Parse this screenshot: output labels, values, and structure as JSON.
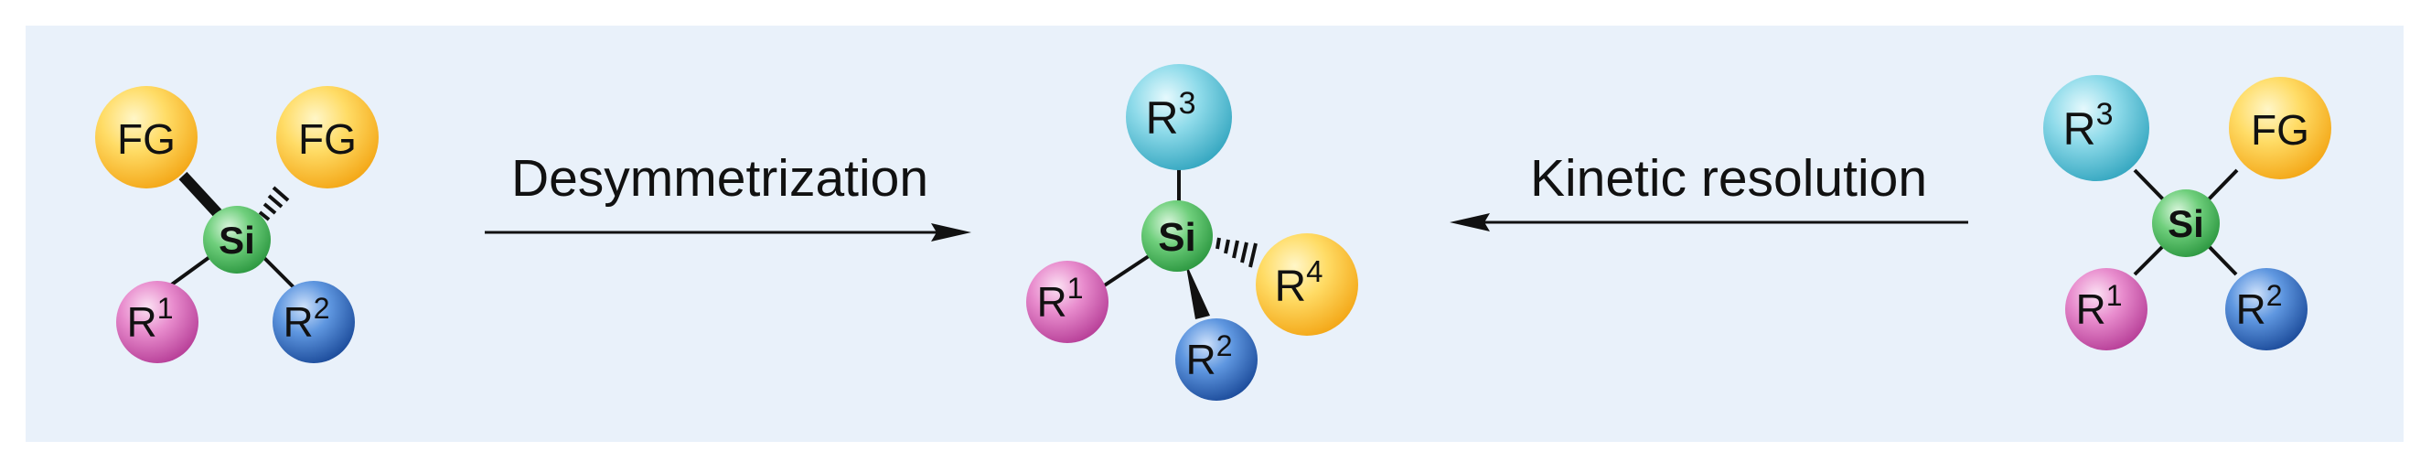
{
  "reactions": {
    "left_arrow_label": "Desymmetrization",
    "right_arrow_label": "Kinetic resolution"
  },
  "left": {
    "center": "Si",
    "top_left": "FG",
    "top_right": "FG",
    "bottom_left": {
      "base": "R",
      "sup": "1"
    },
    "bottom_right": {
      "base": "R",
      "sup": "2"
    }
  },
  "middle": {
    "center": "Si",
    "top": {
      "base": "R",
      "sup": "3"
    },
    "left": {
      "base": "R",
      "sup": "1"
    },
    "right": {
      "base": "R",
      "sup": "4"
    },
    "bottom": {
      "base": "R",
      "sup": "2"
    }
  },
  "right": {
    "center": "Si",
    "top_left": {
      "base": "R",
      "sup": "3"
    },
    "top_right": "FG",
    "bottom_left": {
      "base": "R",
      "sup": "1"
    },
    "bottom_right": {
      "base": "R",
      "sup": "2"
    }
  },
  "colors": {
    "panel_bg": "#e9f1fa",
    "si_green": "#5cc46a",
    "fg_yellow": "#ffd24a",
    "r1_magenta": "#de7ac3",
    "r2_blue": "#3f7fd1",
    "r3_cyan": "#7fd6e6",
    "r4_yellow": "#ffd24a"
  }
}
